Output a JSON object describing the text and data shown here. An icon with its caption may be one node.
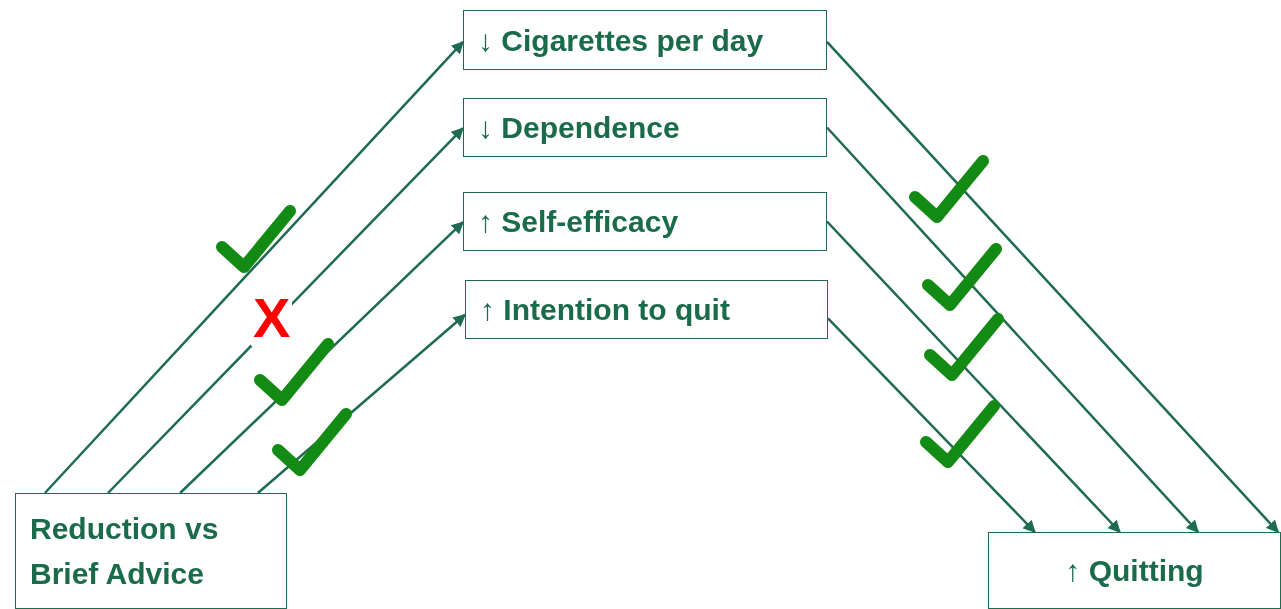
{
  "diagram": {
    "nodes": [
      {
        "text": [
          "Reduction vs Brief Advice"
        ]
      },
      {
        "text": [
          "↓ Cigarettes per day"
        ]
      },
      {
        "text": [
          "↓ Dependence"
        ]
      },
      {
        "text": [
          "↑ Self-efficacy"
        ]
      },
      {
        "text": [
          "↑ Intention to quit"
        ]
      },
      {
        "text": [
          "↑ Quitting"
        ]
      }
    ],
    "edges": [
      {
        "from": 0,
        "to": 1,
        "arrow": "to"
      },
      {
        "from": 0,
        "to": 2,
        "arrow": "to"
      },
      {
        "from": 0,
        "to": 3,
        "arrow": "to"
      },
      {
        "from": 0,
        "to": 4,
        "arrow": "to"
      },
      {
        "from": 1,
        "to": 5,
        "arrow": "to"
      },
      {
        "from": 2,
        "to": 5,
        "arrow": "to"
      },
      {
        "from": 3,
        "to": 5,
        "arrow": "to"
      },
      {
        "from": 4,
        "to": 5,
        "arrow": "to"
      }
    ],
    "labels": [
      "X"
    ]
  }
}
